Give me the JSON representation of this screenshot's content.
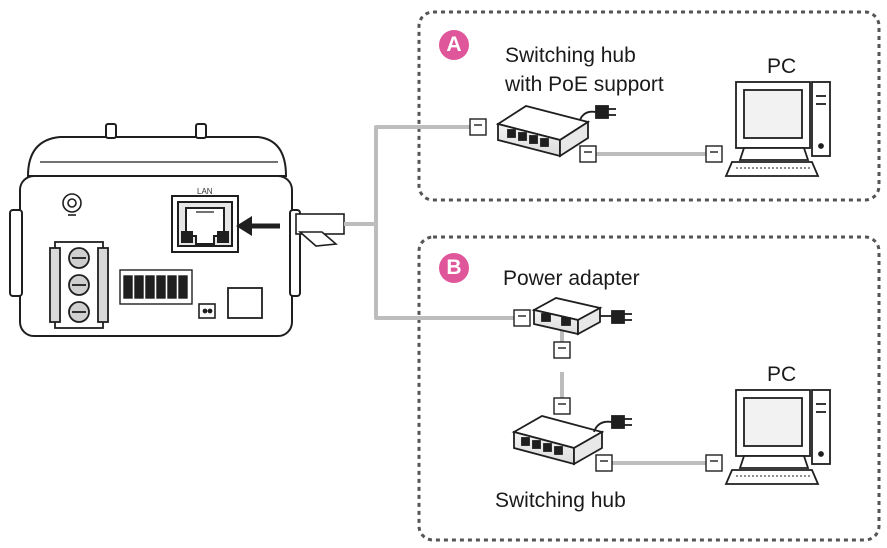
{
  "colors": {
    "badge": "#e0569a",
    "cable": "#bdbdbd",
    "outline": "#1f1f1f",
    "dashed_box": "#555555"
  },
  "camera": {
    "port_label": "LAN"
  },
  "option_a": {
    "badge": "A",
    "hub_label_line1": "Switching hub",
    "hub_label_line2": "with PoE support",
    "pc_label": "PC"
  },
  "option_b": {
    "badge": "B",
    "adapter_label": "Power adapter",
    "hub_label": "Switching hub",
    "pc_label": "PC"
  }
}
